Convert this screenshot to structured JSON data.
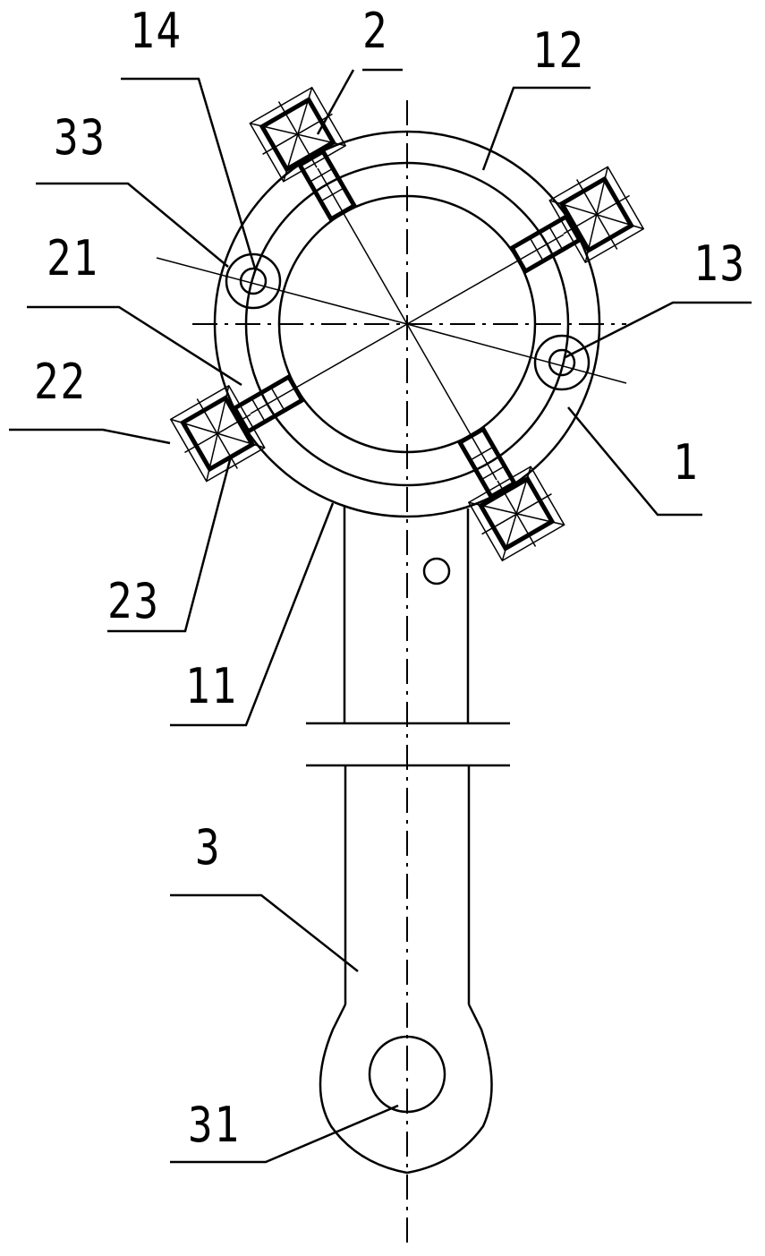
{
  "figure": {
    "type": "mechanical patent drawing",
    "background": "#ffffff",
    "line_color": "#000000"
  },
  "labels": [
    {
      "id": "14",
      "text": "14"
    },
    {
      "id": "2",
      "text": "2"
    },
    {
      "id": "12",
      "text": "12"
    },
    {
      "id": "33",
      "text": "33"
    },
    {
      "id": "21",
      "text": "21"
    },
    {
      "id": "13",
      "text": "13"
    },
    {
      "id": "22",
      "text": "22"
    },
    {
      "id": "1",
      "text": "1"
    },
    {
      "id": "23",
      "text": "23"
    },
    {
      "id": "11",
      "text": "11"
    },
    {
      "id": "3",
      "text": "3"
    },
    {
      "id": "31",
      "text": "31"
    }
  ]
}
